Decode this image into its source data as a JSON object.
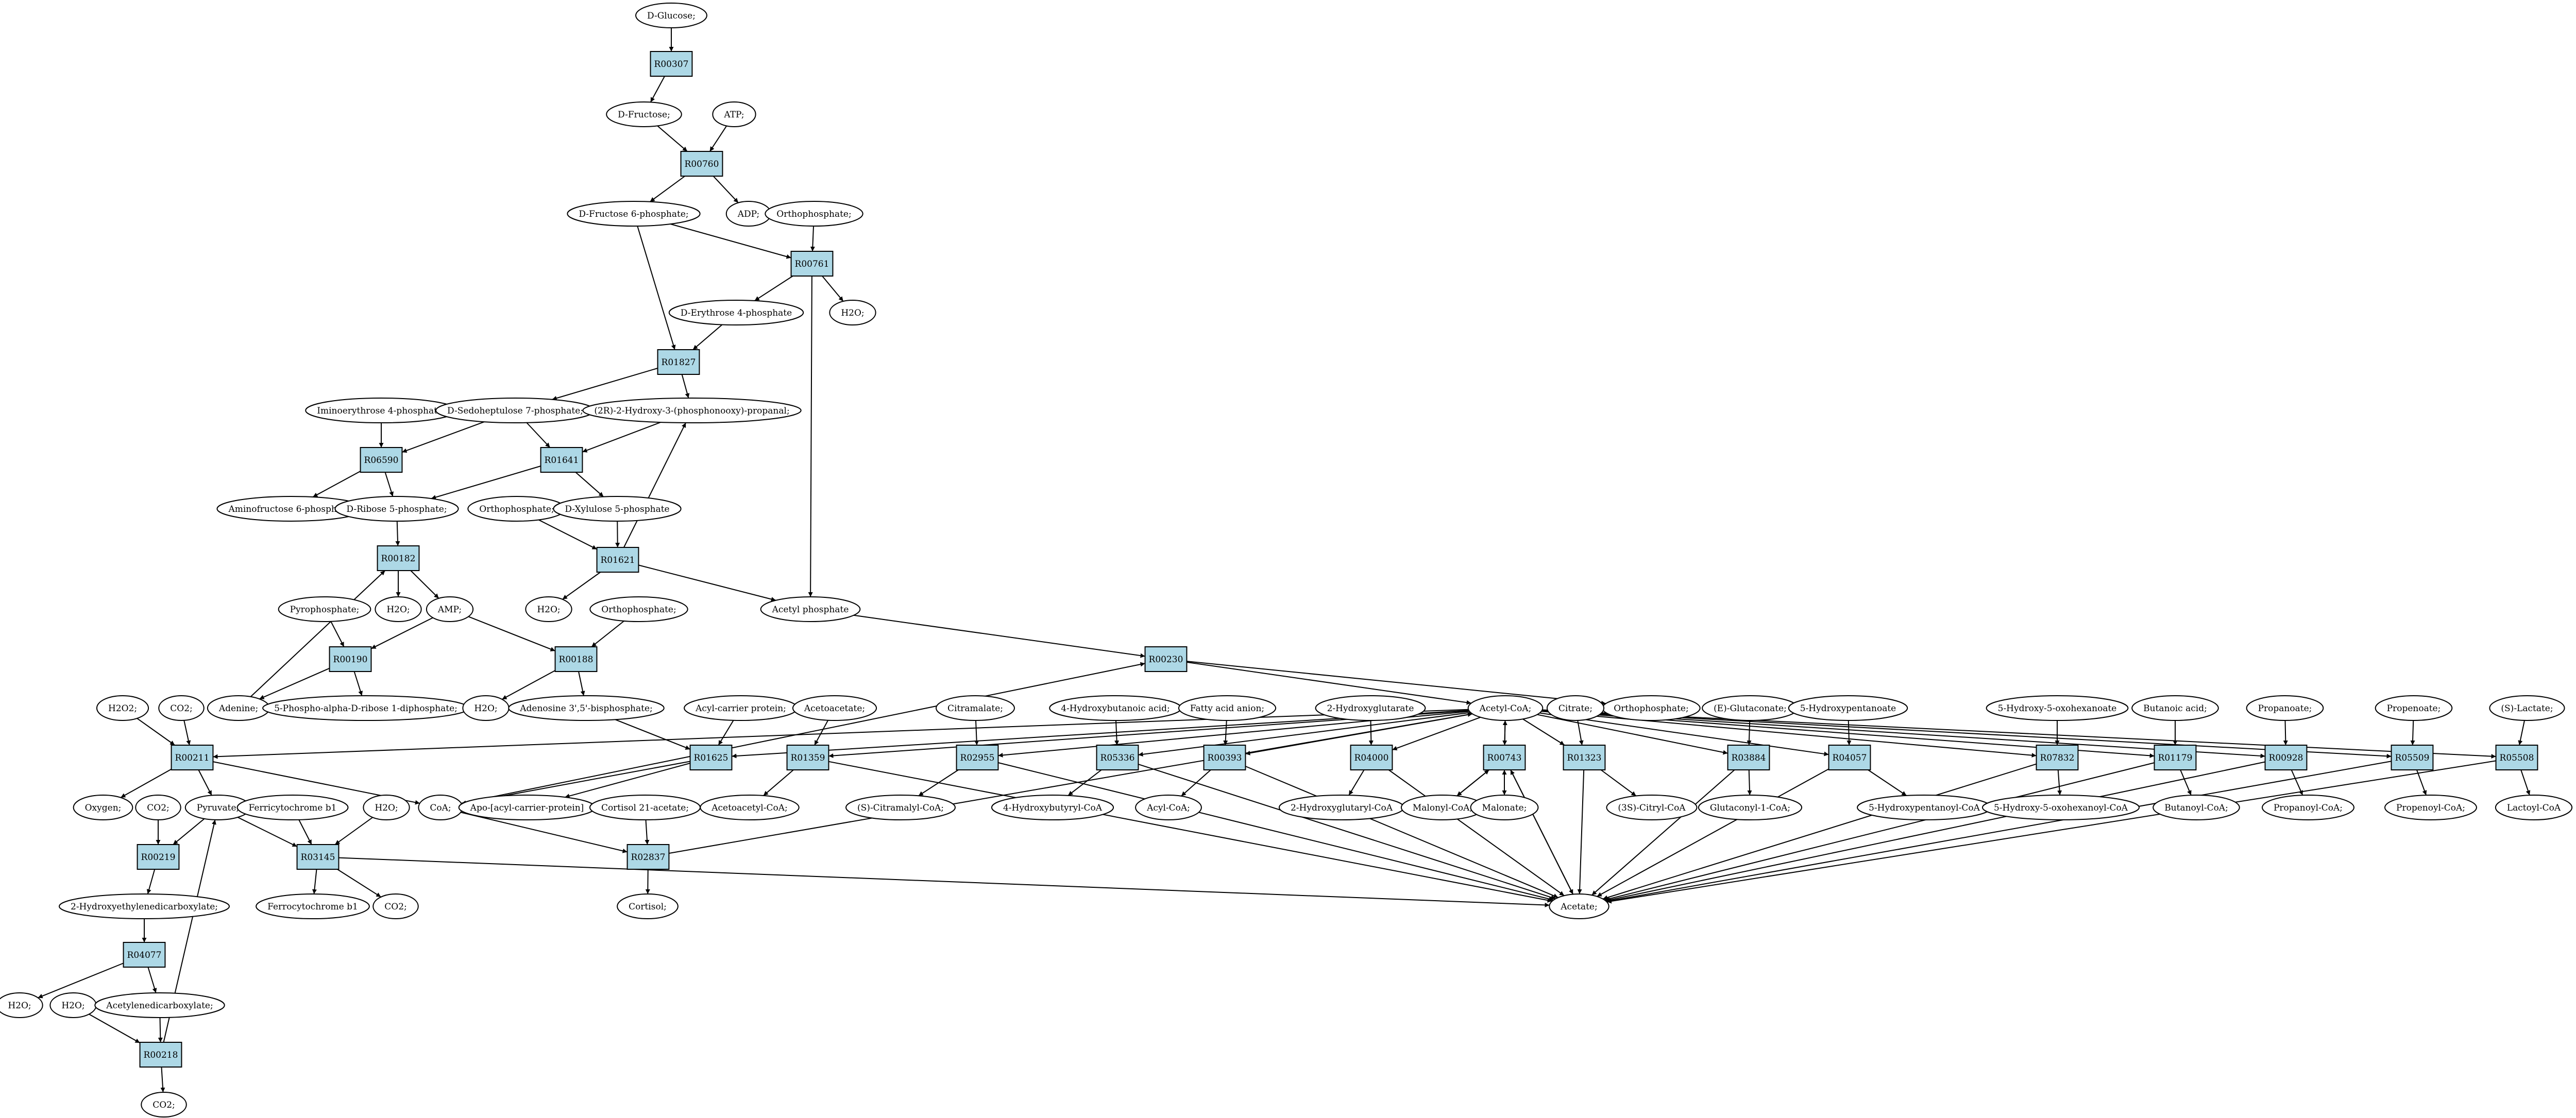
{
  "diagram": {
    "colors": {
      "compound_fill": "#ffffff",
      "reaction_fill": "#add8e6",
      "start_fill": "#00ff00",
      "target_fill": "#ffff00",
      "stroke": "#000000"
    },
    "nodes": [
      {
        "id": "glc",
        "kind": "compound",
        "label": "D-Glucose;",
        "highlight": "start"
      },
      {
        "id": "R00307",
        "kind": "reaction",
        "label": "R00307"
      },
      {
        "id": "fru",
        "kind": "compound",
        "label": "D-Fructose;"
      },
      {
        "id": "atp",
        "kind": "compound",
        "label": "ATP;"
      },
      {
        "id": "R00760",
        "kind": "reaction",
        "label": "R00760"
      },
      {
        "id": "f6p",
        "kind": "compound",
        "label": "D-Fructose 6-phosphate;"
      },
      {
        "id": "adp",
        "kind": "compound",
        "label": "ADP;"
      },
      {
        "id": "pi1",
        "kind": "compound",
        "label": "Orthophosphate;"
      },
      {
        "id": "R00761",
        "kind": "reaction",
        "label": "R00761"
      },
      {
        "id": "e4p",
        "kind": "compound",
        "label": "D-Erythrose 4-phosphate"
      },
      {
        "id": "h2o1",
        "kind": "compound",
        "label": "H2O;"
      },
      {
        "id": "R01827",
        "kind": "reaction",
        "label": "R01827"
      },
      {
        "id": "imino",
        "kind": "compound",
        "label": "Iminoerythrose 4-phosphate;"
      },
      {
        "id": "s7p",
        "kind": "compound",
        "label": "D-Sedoheptulose 7-phosphate;"
      },
      {
        "id": "g3p",
        "kind": "compound",
        "label": "(2R)-2-Hydroxy-3-(phosphonooxy)-propanal;"
      },
      {
        "id": "R06590",
        "kind": "reaction",
        "label": "R06590"
      },
      {
        "id": "R01641",
        "kind": "reaction",
        "label": "R01641"
      },
      {
        "id": "amino",
        "kind": "compound",
        "label": "Aminofructose 6-phosphate;"
      },
      {
        "id": "r5p",
        "kind": "compound",
        "label": "D-Ribose 5-phosphate;"
      },
      {
        "id": "pi2",
        "kind": "compound",
        "label": "Orthophosphate;"
      },
      {
        "id": "x5p",
        "kind": "compound",
        "label": "D-Xylulose 5-phosphate"
      },
      {
        "id": "R00182",
        "kind": "reaction",
        "label": "R00182"
      },
      {
        "id": "R01621",
        "kind": "reaction",
        "label": "R01621"
      },
      {
        "id": "h2o2",
        "kind": "compound",
        "label": "H2O;"
      },
      {
        "id": "amp",
        "kind": "compound",
        "label": "AMP;"
      },
      {
        "id": "ppi",
        "kind": "compound",
        "label": "Pyrophosphate;"
      },
      {
        "id": "h2o3",
        "kind": "compound",
        "label": "H2O;"
      },
      {
        "id": "acp",
        "kind": "compound",
        "label": "Acetyl phosphate"
      },
      {
        "id": "pi3",
        "kind": "compound",
        "label": "Orthophosphate;"
      },
      {
        "id": "R00190",
        "kind": "reaction",
        "label": "R00190"
      },
      {
        "id": "R00188",
        "kind": "reaction",
        "label": "R00188"
      },
      {
        "id": "R00230",
        "kind": "reaction",
        "label": "R00230"
      },
      {
        "id": "adenine",
        "kind": "compound",
        "label": "Adenine;"
      },
      {
        "id": "prpp",
        "kind": "compound",
        "label": "5-Phospho-alpha-D-ribose 1-diphosphate;"
      },
      {
        "id": "h2o4",
        "kind": "compound",
        "label": "H2O;"
      },
      {
        "id": "pap",
        "kind": "compound",
        "label": "Adenosine 3',5'-bisphosphate;"
      },
      {
        "id": "pi4",
        "kind": "compound",
        "label": "Orthophosphate;"
      },
      {
        "id": "h2o2c",
        "kind": "compound",
        "label": "H2O2;"
      },
      {
        "id": "co2a",
        "kind": "compound",
        "label": "CO2;"
      },
      {
        "id": "R00211",
        "kind": "reaction",
        "label": "R00211"
      },
      {
        "id": "acylcp",
        "kind": "compound",
        "label": "Acyl-carrier protein;"
      },
      {
        "id": "acetoacetate",
        "kind": "compound",
        "label": "Acetoacetate;"
      },
      {
        "id": "citramalate",
        "kind": "compound",
        "label": "Citramalate;"
      },
      {
        "id": "hba",
        "kind": "compound",
        "label": "4-Hydroxybutanoic acid;"
      },
      {
        "id": "faa",
        "kind": "compound",
        "label": "Fatty acid anion;"
      },
      {
        "id": "hg",
        "kind": "compound",
        "label": "2-Hydroxyglutarate"
      },
      {
        "id": "accoa",
        "kind": "compound",
        "label": "Acetyl-CoA;",
        "highlight": "target"
      },
      {
        "id": "citrate",
        "kind": "compound",
        "label": "Citrate;"
      },
      {
        "id": "pi5",
        "kind": "compound",
        "label": "Orthophosphate;"
      },
      {
        "id": "eglut",
        "kind": "compound",
        "label": "(E)-Glutaconate;"
      },
      {
        "id": "hp",
        "kind": "compound",
        "label": "5-Hydroxypentanoate"
      },
      {
        "id": "hoh",
        "kind": "compound",
        "label": "5-Hydroxy-5-oxohexanoate"
      },
      {
        "id": "buta",
        "kind": "compound",
        "label": "Butanoic acid;"
      },
      {
        "id": "prop1",
        "kind": "compound",
        "label": "Propanoate;"
      },
      {
        "id": "prop2",
        "kind": "compound",
        "label": "Propenoate;"
      },
      {
        "id": "slac",
        "kind": "compound",
        "label": "(S)-Lactate;"
      },
      {
        "id": "R01625",
        "kind": "reaction",
        "label": "R01625"
      },
      {
        "id": "R01359",
        "kind": "reaction",
        "label": "R01359"
      },
      {
        "id": "R02955",
        "kind": "reaction",
        "label": "R02955"
      },
      {
        "id": "R05336",
        "kind": "reaction",
        "label": "R05336"
      },
      {
        "id": "R00393",
        "kind": "reaction",
        "label": "R00393"
      },
      {
        "id": "R04000",
        "kind": "reaction",
        "label": "R04000"
      },
      {
        "id": "R00743",
        "kind": "reaction",
        "label": "R00743"
      },
      {
        "id": "R01323",
        "kind": "reaction",
        "label": "R01323"
      },
      {
        "id": "R03884",
        "kind": "reaction",
        "label": "R03884"
      },
      {
        "id": "R04057",
        "kind": "reaction",
        "label": "R04057"
      },
      {
        "id": "R07832",
        "kind": "reaction",
        "label": "R07832"
      },
      {
        "id": "R01179",
        "kind": "reaction",
        "label": "R01179"
      },
      {
        "id": "R00928",
        "kind": "reaction",
        "label": "R00928"
      },
      {
        "id": "R05509",
        "kind": "reaction",
        "label": "R05509"
      },
      {
        "id": "R05508",
        "kind": "reaction",
        "label": "R05508"
      },
      {
        "id": "oxygen",
        "kind": "compound",
        "label": "Oxygen;"
      },
      {
        "id": "co2b",
        "kind": "compound",
        "label": "CO2;"
      },
      {
        "id": "pyruvate",
        "kind": "compound",
        "label": "Pyruvate;"
      },
      {
        "id": "ferrib1",
        "kind": "compound",
        "label": "Ferricytochrome b1"
      },
      {
        "id": "h2o5",
        "kind": "compound",
        "label": "H2O;"
      },
      {
        "id": "coa",
        "kind": "compound",
        "label": "CoA;"
      },
      {
        "id": "apoacp",
        "kind": "compound",
        "label": "Apo-[acyl-carrier-protein]"
      },
      {
        "id": "cortisolac",
        "kind": "compound",
        "label": "Cortisol 21-acetate;"
      },
      {
        "id": "acetoacetylcoa",
        "kind": "compound",
        "label": "Acetoacetyl-CoA;"
      },
      {
        "id": "citramalylcoa",
        "kind": "compound",
        "label": "(S)-Citramalyl-CoA;"
      },
      {
        "id": "hbcoa",
        "kind": "compound",
        "label": "4-Hydroxybutyryl-CoA"
      },
      {
        "id": "acylcoa",
        "kind": "compound",
        "label": "Acyl-CoA;"
      },
      {
        "id": "hgcoa",
        "kind": "compound",
        "label": "2-Hydroxyglutaryl-CoA"
      },
      {
        "id": "malonylcoa",
        "kind": "compound",
        "label": "Malonyl-CoA;"
      },
      {
        "id": "malonate",
        "kind": "compound",
        "label": "Malonate;"
      },
      {
        "id": "citrylcoa",
        "kind": "compound",
        "label": "(3S)-Citryl-CoA"
      },
      {
        "id": "glutcoa",
        "kind": "compound",
        "label": "Glutaconyl-1-CoA;"
      },
      {
        "id": "hpcoa",
        "kind": "compound",
        "label": "5-Hydroxypentanoyl-CoA"
      },
      {
        "id": "hohcoa",
        "kind": "compound",
        "label": "5-Hydroxy-5-oxohexanoyl-CoA"
      },
      {
        "id": "butcoa",
        "kind": "compound",
        "label": "Butanoyl-CoA;"
      },
      {
        "id": "propcoa",
        "kind": "compound",
        "label": "Propanoyl-CoA;"
      },
      {
        "id": "propenoylcoa",
        "kind": "compound",
        "label": "Propenoyl-CoA;"
      },
      {
        "id": "lactoylcoa",
        "kind": "compound",
        "label": "Lactoyl-CoA"
      },
      {
        "id": "R00219",
        "kind": "reaction",
        "label": "R00219"
      },
      {
        "id": "R03145",
        "kind": "reaction",
        "label": "R03145"
      },
      {
        "id": "R02837",
        "kind": "reaction",
        "label": "R02837"
      },
      {
        "id": "hemb",
        "kind": "compound",
        "label": "2-Hydroxyethylenedicarboxylate;"
      },
      {
        "id": "ferrob1",
        "kind": "compound",
        "label": "Ferrocytochrome b1"
      },
      {
        "id": "co2c",
        "kind": "compound",
        "label": "CO2;"
      },
      {
        "id": "cortisol",
        "kind": "compound",
        "label": "Cortisol;"
      },
      {
        "id": "acetate",
        "kind": "compound",
        "label": "Acetate;"
      },
      {
        "id": "R04077",
        "kind": "reaction",
        "label": "R04077"
      },
      {
        "id": "h2o6",
        "kind": "compound",
        "label": "H2O;"
      },
      {
        "id": "h2o7",
        "kind": "compound",
        "label": "H2O;"
      },
      {
        "id": "acedc",
        "kind": "compound",
        "label": "Acetylenedicarboxylate;"
      },
      {
        "id": "R00218",
        "kind": "reaction",
        "label": "R00218"
      },
      {
        "id": "co2d",
        "kind": "compound",
        "label": "CO2;"
      }
    ]
  }
}
